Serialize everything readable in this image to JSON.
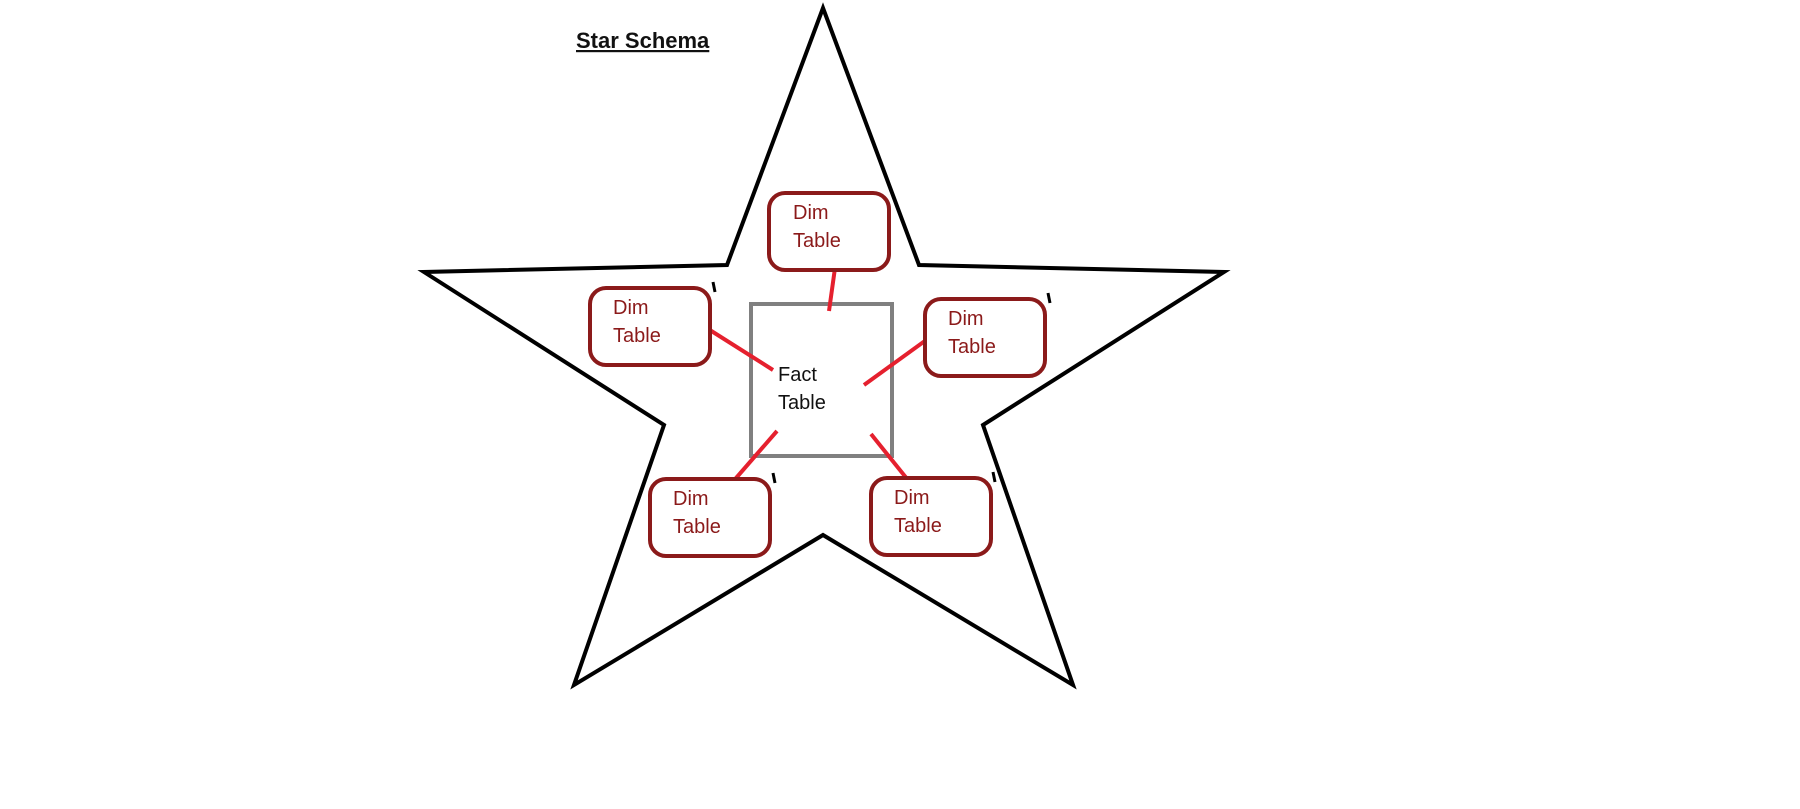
{
  "diagram": {
    "title": "Star Schema",
    "fact_table": {
      "line1": "Fact",
      "line2": "Table"
    },
    "dim_tables": [
      {
        "line1": "Dim",
        "line2": "Table"
      },
      {
        "line1": "Dim",
        "line2": "Table"
      },
      {
        "line1": "Dim",
        "line2": "Table"
      },
      {
        "line1": "Dim",
        "line2": "Table"
      },
      {
        "line1": "Dim",
        "line2": "Table"
      }
    ],
    "colors": {
      "star_outline": "#000000",
      "dim_border": "#8b1a1a",
      "dim_text": "#8b1a1a",
      "fact_border": "#808080",
      "fact_text": "#111111",
      "connector": "#e5202e"
    }
  }
}
